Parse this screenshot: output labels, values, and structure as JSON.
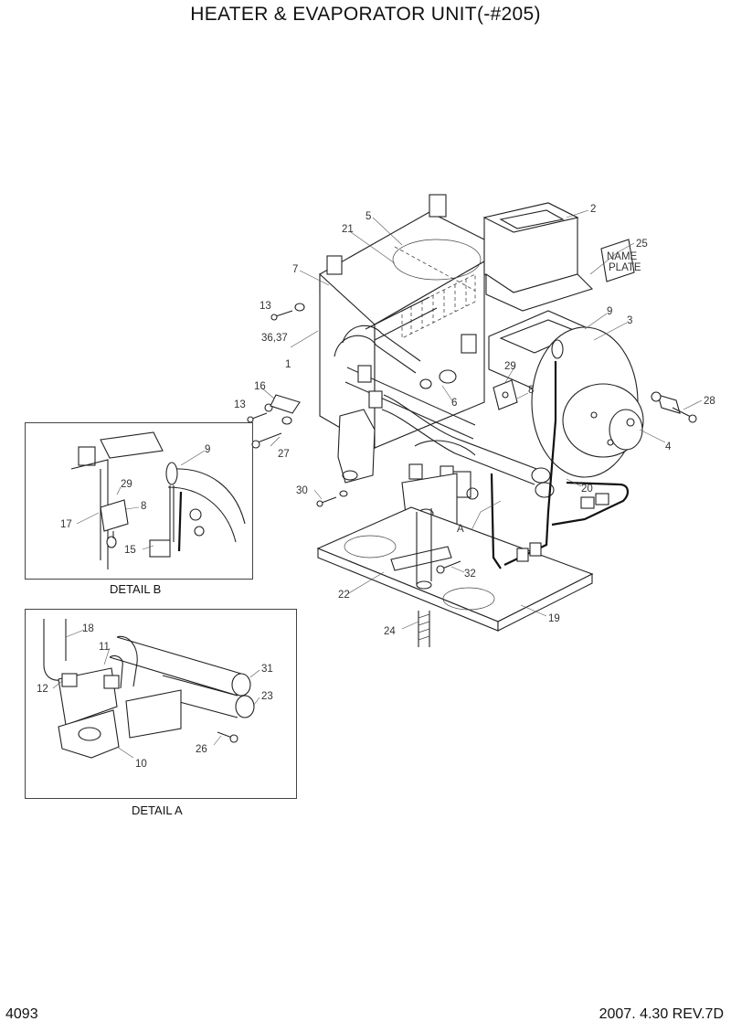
{
  "title": "HEATER & EVAPORATOR UNIT(-#205)",
  "page_number": "4093",
  "revision": "2007. 4.30  REV.7D",
  "name_plate": [
    "NAME",
    "PLATE"
  ],
  "callouts": {
    "c2": "2",
    "c25": "25",
    "c5": "5",
    "c21": "21",
    "c7": "7",
    "c13a": "13",
    "c36_37": "36,37",
    "c1": "1",
    "c16": "16",
    "c13b": "13",
    "c27": "27",
    "c29": "29",
    "c8": "8",
    "c9": "9",
    "c3": "3",
    "c6": "6",
    "c28": "28",
    "c4": "4",
    "c20": "20",
    "cA": "A",
    "c30": "30",
    "c32": "32",
    "c22": "22",
    "c19": "19",
    "c24": "24"
  },
  "detail_b": {
    "label": "DETAIL B",
    "callouts": {
      "c9": "9",
      "c29": "29",
      "c8": "8",
      "c17": "17",
      "c15": "15"
    }
  },
  "detail_a": {
    "label": "DETAIL A",
    "callouts": {
      "c18": "18",
      "c11": "11",
      "c12": "12",
      "c31": "31",
      "c23": "23",
      "c26": "26",
      "c10": "10"
    }
  }
}
